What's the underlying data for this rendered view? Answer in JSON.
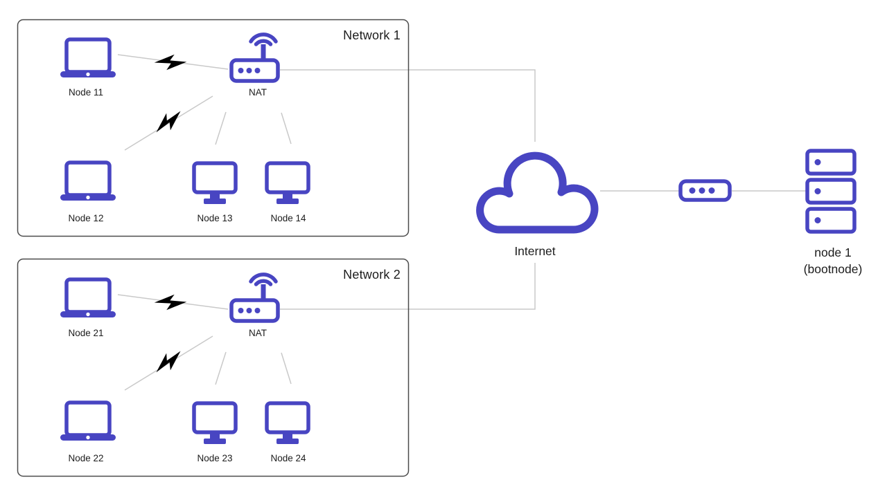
{
  "colors": {
    "accent": "#4845c2",
    "line": "#c9c9c9",
    "box_border": "#4a4a4a",
    "text": "#1c1c1c",
    "bolt": "#000000",
    "background": "#ffffff"
  },
  "network1": {
    "title": "Network 1",
    "nat_label": "NAT",
    "node_labels": [
      "Node 11",
      "Node 12",
      "Node 13",
      "Node 14"
    ]
  },
  "network2": {
    "title": "Network 2",
    "nat_label": "NAT",
    "node_labels": [
      "Node 21",
      "Node 22",
      "Node 23",
      "Node 24"
    ]
  },
  "internet": {
    "label": "Internet"
  },
  "bootnode": {
    "label_line1": "node 1",
    "label_line2": "(bootnode)"
  },
  "icons": {
    "laptop": "laptop-icon",
    "monitor": "monitor-icon",
    "nat_router": "wifi-router-icon",
    "switch": "switch-icon",
    "servers": "server-stack-icon",
    "cloud": "cloud-icon",
    "lightning": "lightning-bolt-icon"
  }
}
